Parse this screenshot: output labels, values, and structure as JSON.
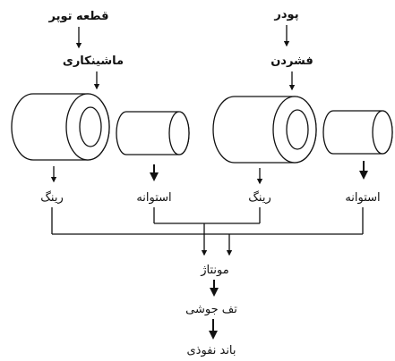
{
  "diagram": {
    "left_source": "قطعه توپر",
    "left_process": "ماشینکاری",
    "right_source": "پودر",
    "right_process": "فشردن",
    "left_ring": "رینگ",
    "left_cylinder": "استوانه",
    "right_ring": "رینگ",
    "right_cylinder": "استوانه",
    "assembly": "مونتاژ",
    "sintering": "تف جوشی",
    "diffusion_bond": "باند نفوذی"
  }
}
